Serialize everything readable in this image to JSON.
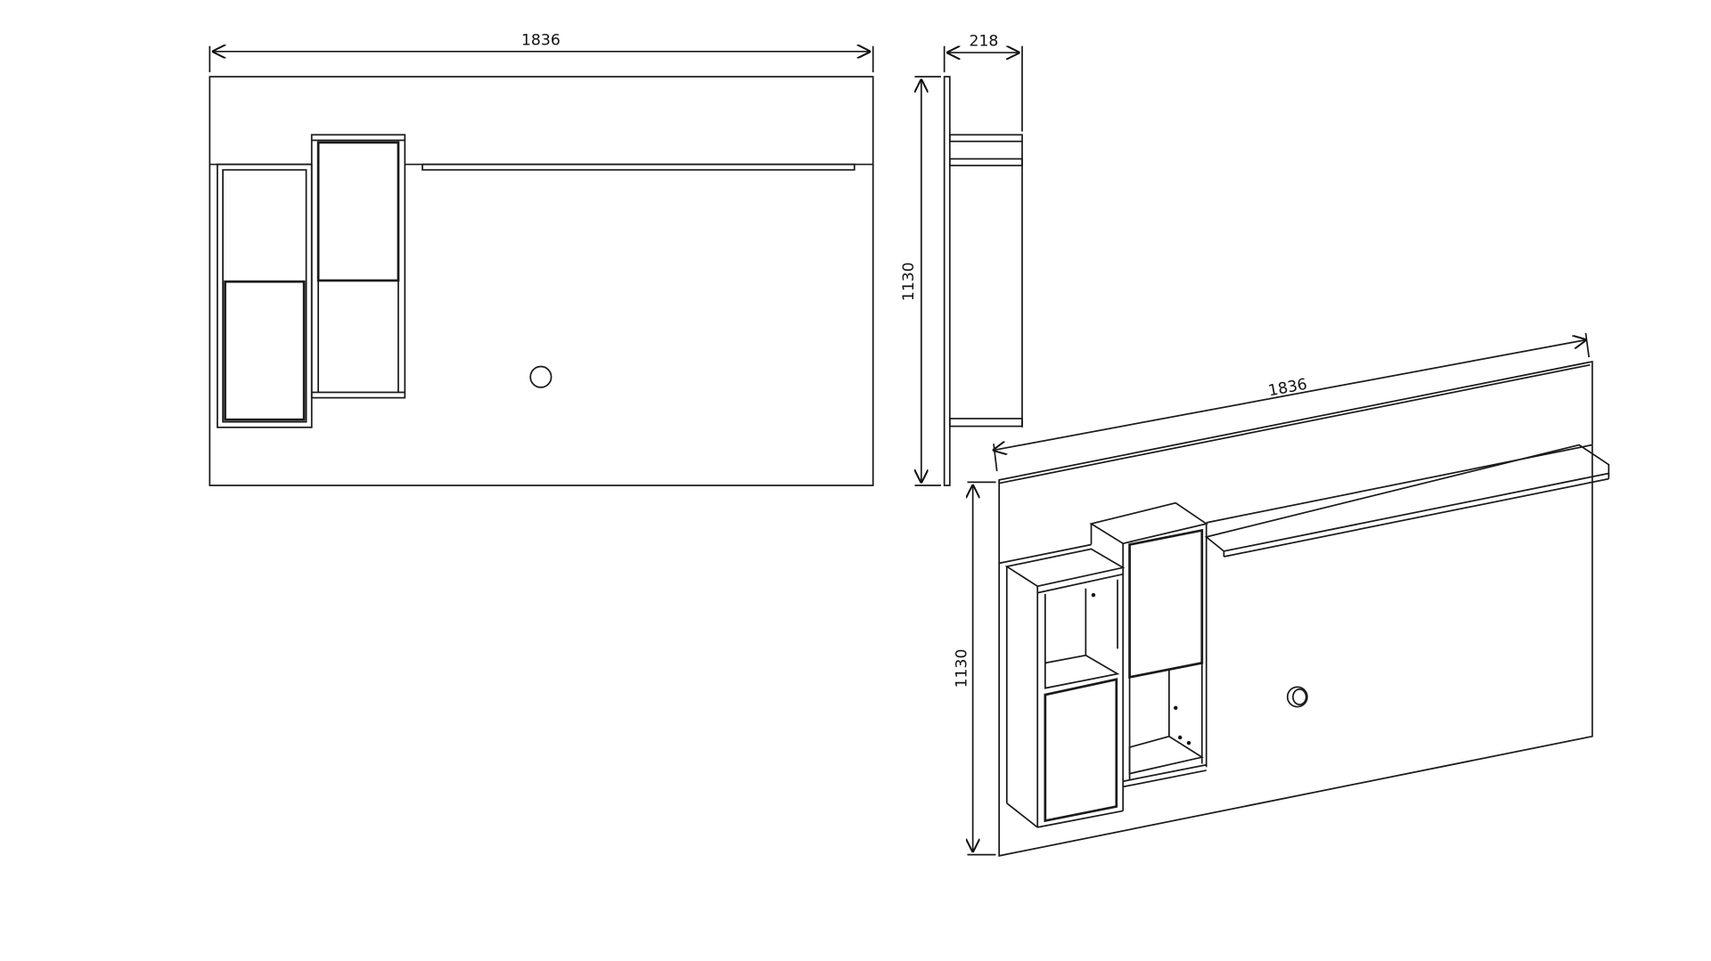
{
  "dimensions": {
    "front_width": "1836",
    "side_depth": "218",
    "front_height": "1130",
    "iso_width": "1836",
    "iso_height": "1130"
  }
}
